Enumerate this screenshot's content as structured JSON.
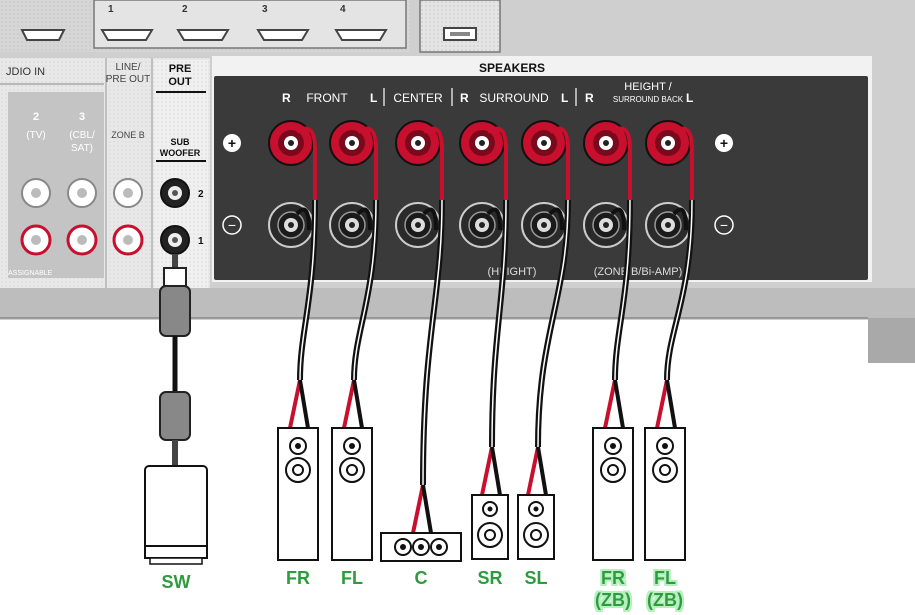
{
  "colors": {
    "panel": "#d0d0d0",
    "panel_light": "#e6e6e6",
    "speaker_panel": "#3a3a3a",
    "terminal_red": "#c8102e",
    "cable_black": "#111111",
    "label_green": "#2e9b3e",
    "label_green_glow": "#b6f0c0"
  },
  "hdmi": {
    "ports": [
      "1",
      "2",
      "3",
      "4"
    ]
  },
  "audio_in": {
    "title": "JDIO IN",
    "inputs": [
      {
        "num": "2",
        "name": "(TV)"
      },
      {
        "num": "3",
        "name": "(CBL/",
        "name2": "SAT)"
      }
    ],
    "assignable": "ASSIGNABLE"
  },
  "line_pre_out": {
    "title_line1": "LINE/",
    "title_line2": "PRE OUT",
    "zone": "ZONE B"
  },
  "pre_out": {
    "title_line1": "PRE",
    "title_line2": "OUT",
    "sub_line1": "SUB",
    "sub_line2": "WOOFER",
    "jack_numbers": [
      "2",
      "1"
    ]
  },
  "speakers": {
    "title": "SPEAKERS",
    "groups": {
      "front": {
        "r": "R",
        "label": "FRONT",
        "l": "L"
      },
      "center": {
        "label": "CENTER"
      },
      "surround": {
        "r": "R",
        "label": "SURROUND",
        "l": "L"
      },
      "height": {
        "r": "R",
        "label_line1": "HEIGHT /",
        "label_line2": "SURROUND BACK",
        "l": "L"
      }
    },
    "sub_labels": {
      "height": "(HEIGHT)",
      "zone_b": "(ZONE B/Bi-AMP)"
    },
    "plus": "+",
    "minus": "−"
  },
  "devices": {
    "sw": "SW",
    "fr": "FR",
    "fl": "FL",
    "c": "C",
    "sr": "SR",
    "sl": "SL",
    "fr_zb": {
      "line1": "FR",
      "line2": "(ZB)"
    },
    "fl_zb": {
      "line1": "FL",
      "line2": "(ZB)"
    }
  }
}
